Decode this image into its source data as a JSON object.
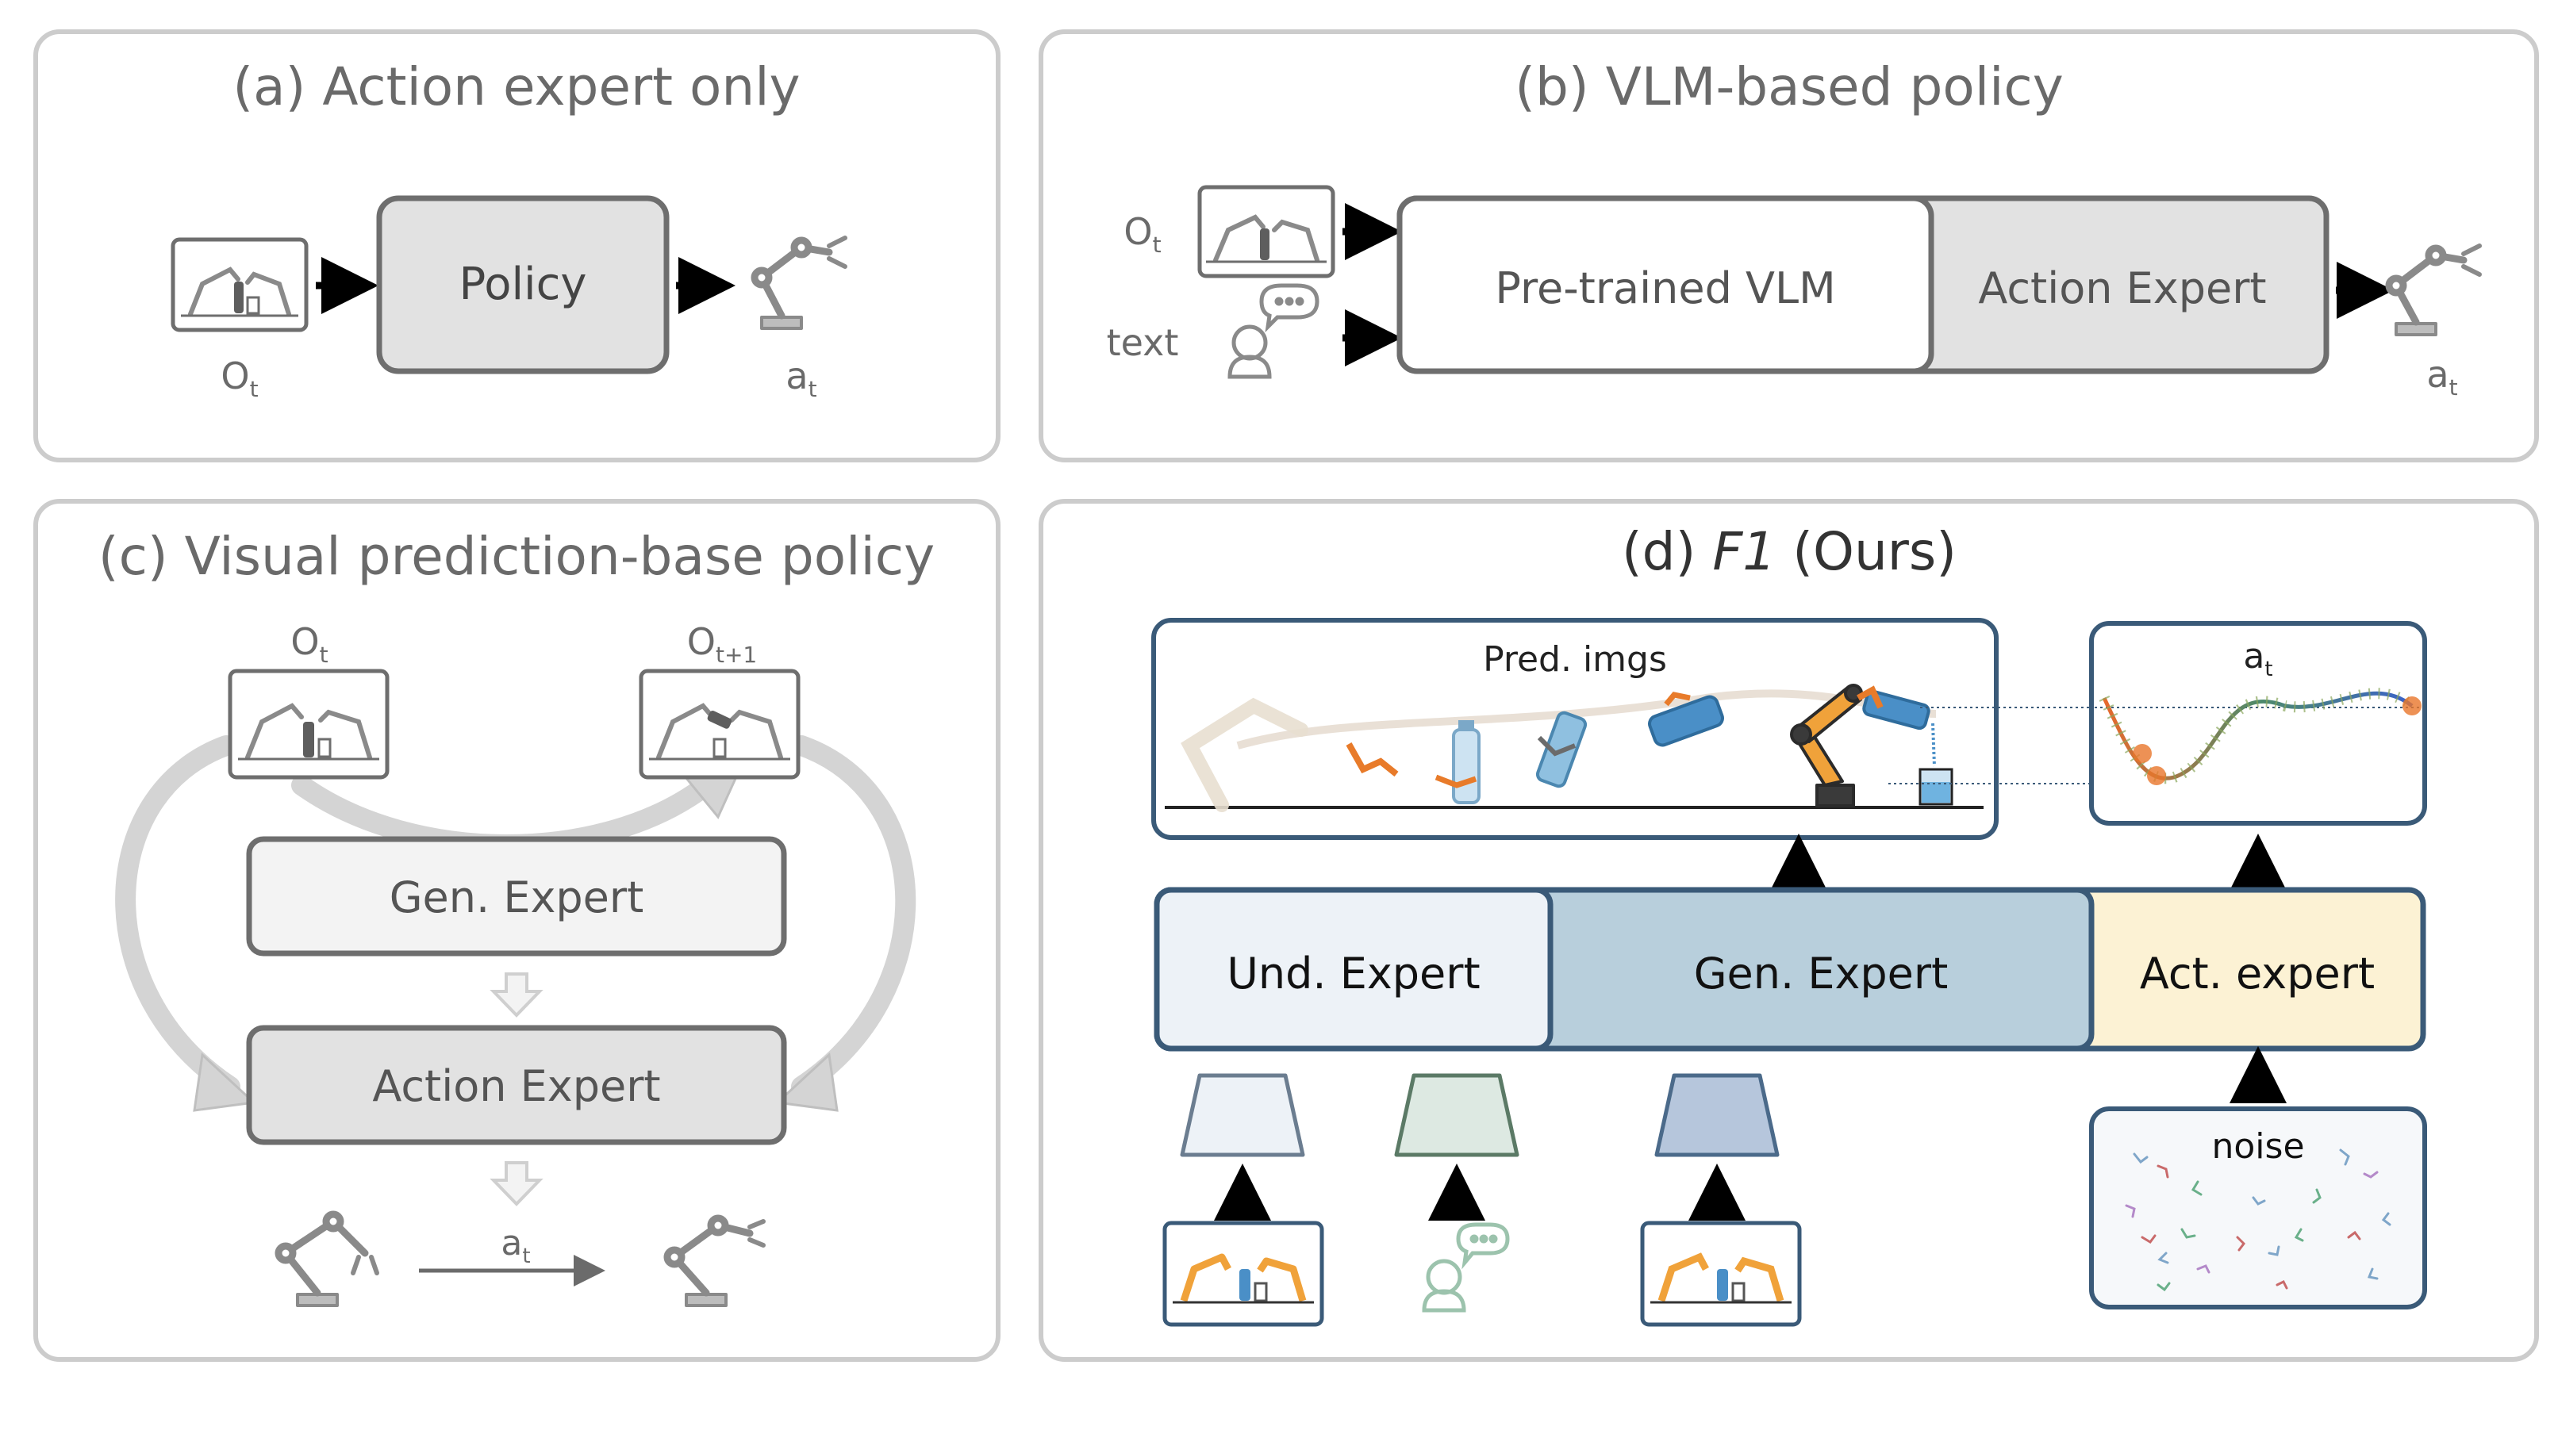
{
  "panels": {
    "a": {
      "title": "(a) Action expert only",
      "policy": "Policy",
      "obs": "O",
      "obs_sub": "t",
      "act": "a",
      "act_sub": "t"
    },
    "b": {
      "title": "(b) VLM-based policy",
      "obs": "O",
      "obs_sub": "t",
      "text": "text",
      "vlm": "Pre-trained VLM",
      "expert": "Action Expert",
      "act": "a",
      "act_sub": "t"
    },
    "c": {
      "title": "(c) Visual prediction-base policy",
      "obs": "O",
      "obs_sub": "t",
      "obs_next": "O",
      "obs_next_sub": "t+1",
      "gen": "Gen. Expert",
      "action": "Action Expert",
      "act": "a",
      "act_sub": "t"
    },
    "d": {
      "title_prefix": "(d) ",
      "title_name": "F1",
      "title_suffix": " (Ours)",
      "pred": "Pred. imgs",
      "act": "a",
      "act_sub": "t",
      "und": "Und. Expert",
      "gen": "Gen. Expert",
      "actexp": "Act. expert",
      "noise": "noise"
    }
  },
  "colors": {
    "panel_border": "#cccccc",
    "box_gray": "#e2e2e2",
    "box_border": "#6e6e6e",
    "und": "#edf2f7",
    "gen": "#b8cfdc",
    "act": "#fcf2d4",
    "d_border": "#3a5a78",
    "robot_orange": "#f0a23a"
  }
}
